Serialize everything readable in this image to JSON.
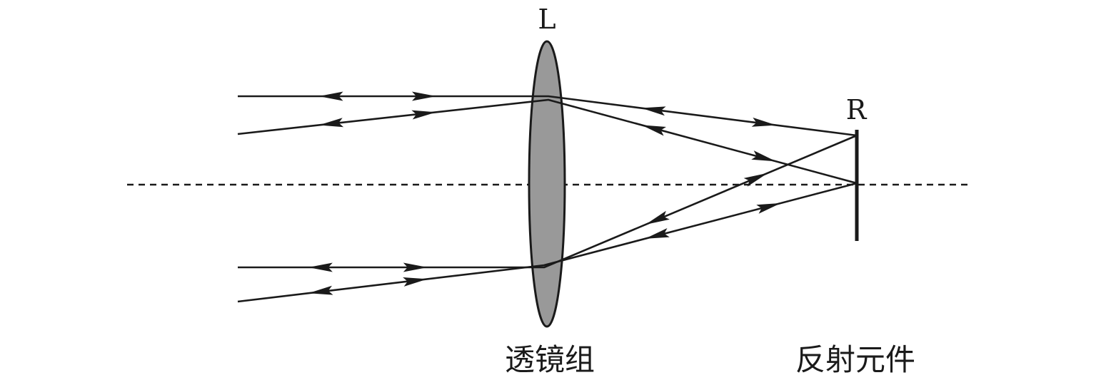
{
  "diagram": {
    "lens_label": "L",
    "mirror_label": "R",
    "lens_caption": "透镜组",
    "mirror_caption": "反射元件",
    "colors": {
      "line": "#1a1a1a",
      "lens_fill": "#999999",
      "axis": "#1a1a1a",
      "background": "#ffffff"
    }
  }
}
